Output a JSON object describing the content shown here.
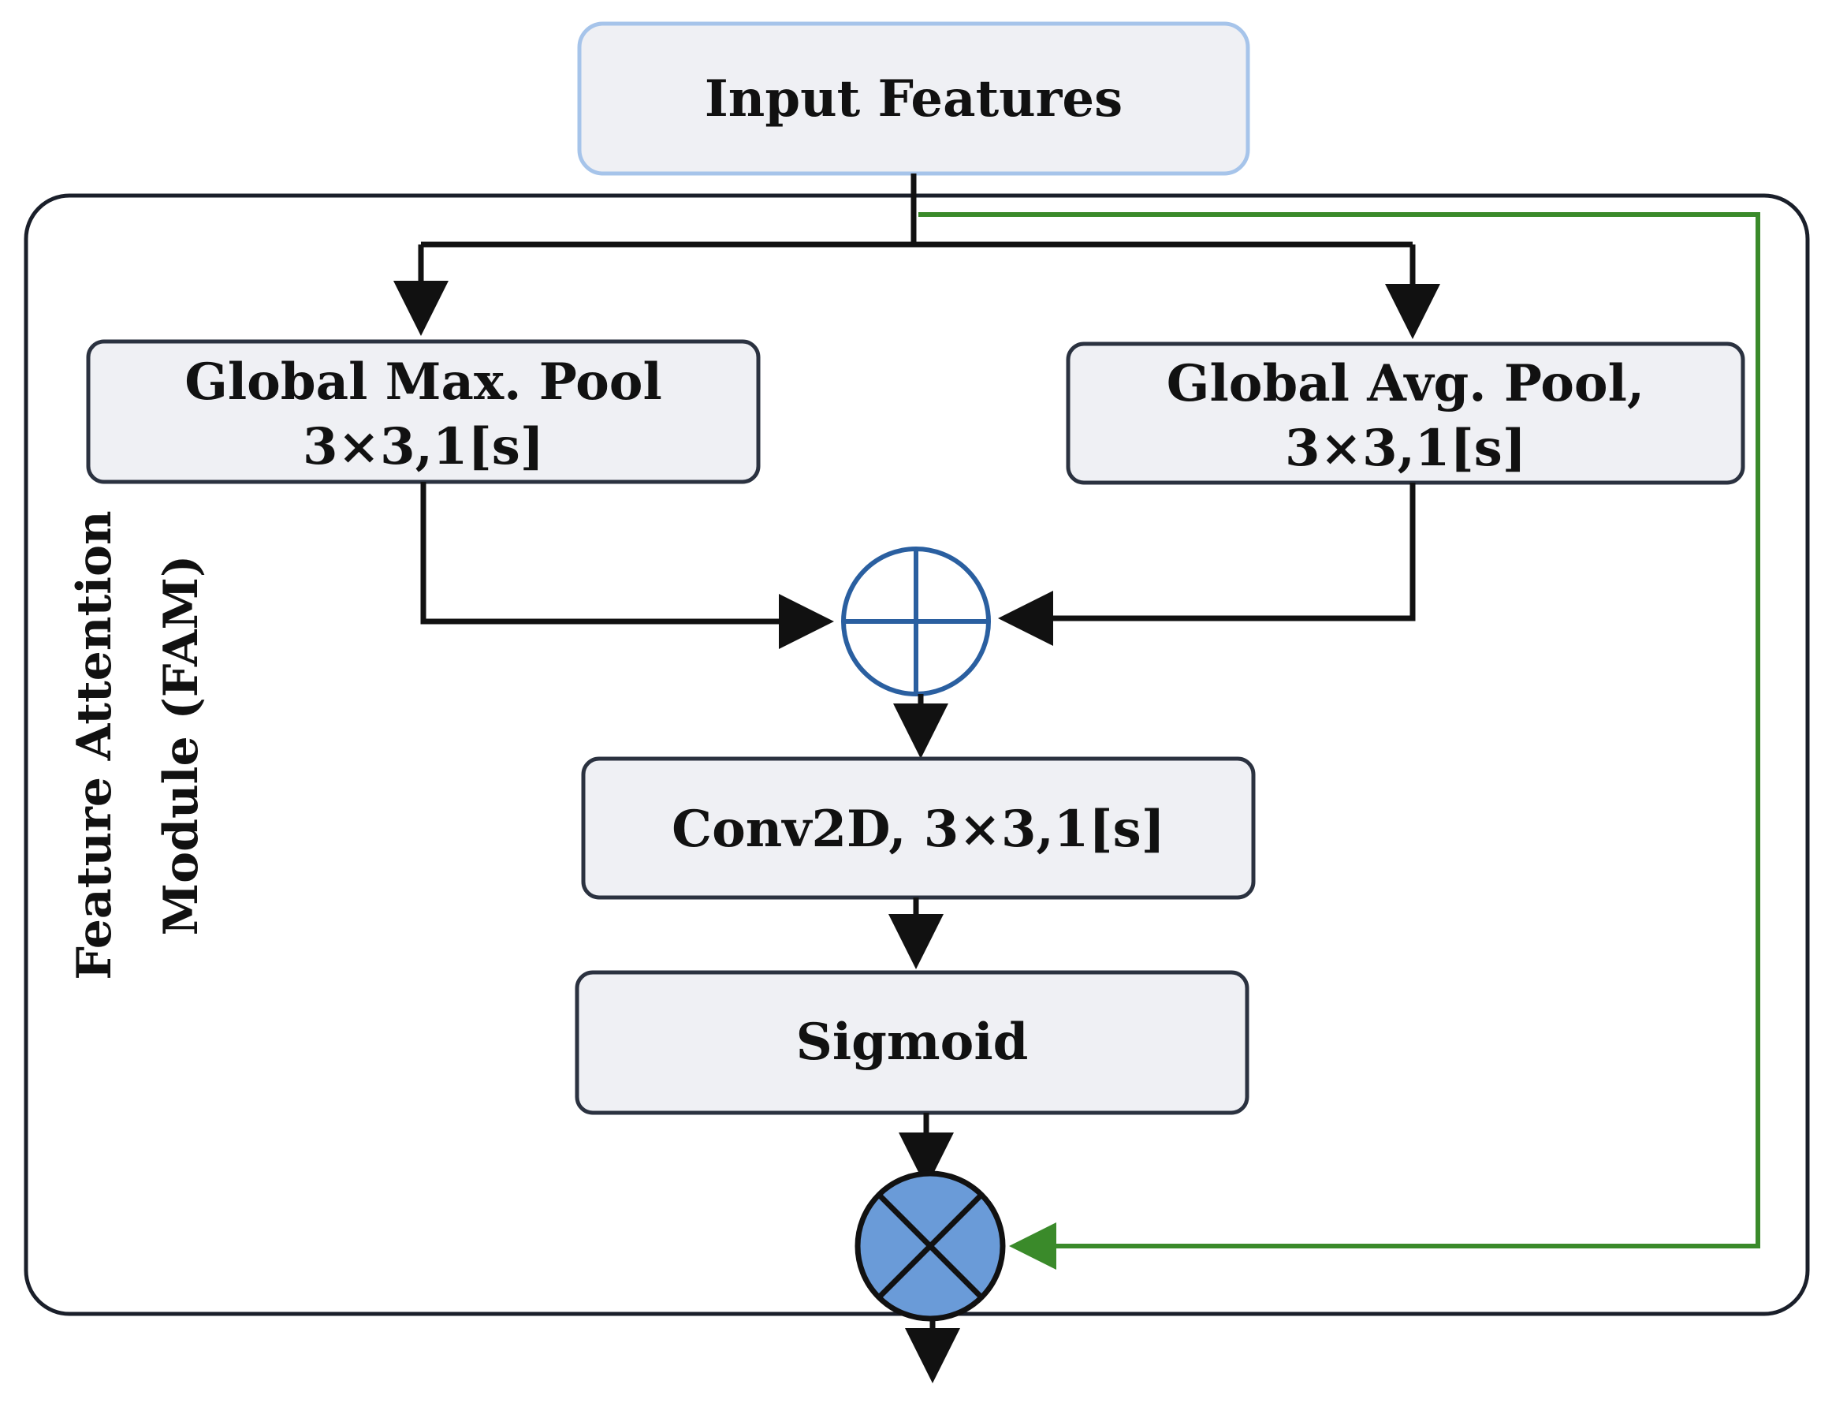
{
  "module": {
    "label_line1": "Feature Attention",
    "label_line2": "Module (FAM)"
  },
  "nodes": {
    "input": {
      "label": "Input Features"
    },
    "max_pool": {
      "line1": "Global Max. Pool",
      "line2": "3×3,1[s]"
    },
    "avg_pool": {
      "line1": "Global Avg. Pool,",
      "line2": "3×3,1[s]"
    },
    "conv": {
      "label": "Conv2D, 3×3,1[s]"
    },
    "sigmoid": {
      "label": "Sigmoid"
    }
  },
  "operators": {
    "add": {
      "name": "element-wise addition",
      "symbol": "⊕"
    },
    "multiply": {
      "name": "element-wise multiplication",
      "symbol": "⊗"
    }
  },
  "colors": {
    "box_fill": "#eff0f4",
    "box_border": "#2b3240",
    "input_border": "#a6c4ea",
    "arrow": "#111111",
    "skip_arrow": "#3a8a2a",
    "add_stroke": "#2a5fa0",
    "multiply_fill": "#6a9bd8"
  }
}
